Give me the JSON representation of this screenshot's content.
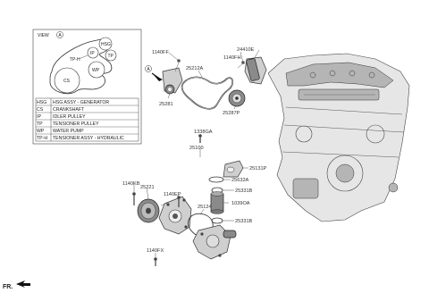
{
  "view_box": {
    "title": "VIEW",
    "marker": "A",
    "pulleys": {
      "hsg": "HSG",
      "ip": "IP",
      "tp": "TP",
      "tp_h": "TP-H",
      "cs": "CS",
      "wp": "WP"
    }
  },
  "legend": [
    {
      "code": "HSG",
      "desc": "HSG ASSY - GENERATOR"
    },
    {
      "code": "CS",
      "desc": "CRANKSHAFT"
    },
    {
      "code": "IP",
      "desc": "IDLER PULLEY"
    },
    {
      "code": "TP",
      "desc": "TENSIONER PULLEY"
    },
    {
      "code": "WP",
      "desc": "WATER PUMP"
    },
    {
      "code": "TP-H",
      "desc": "TENSIONER ASSY - HYDRAULIC"
    }
  ],
  "view_marker": "A",
  "part_labels": {
    "p1140ff": "1140FF",
    "p25212a": "25212A",
    "p24410e": "24410E",
    "p1140fh": "1140FH",
    "p25281": "25281",
    "p25287p": "25287P",
    "p1338ga": "1338GA",
    "p25100": "25100",
    "p25131p": "25131P",
    "p25632a": "25632A",
    "p1140kb": "1140KB",
    "p25221": "25221",
    "p1140ep": "1140EP",
    "p25331b_top": "25331B",
    "p1039oa": "1039OA",
    "p25124": "25124",
    "p25331b_bot": "25331B",
    "p1140fx": "1140FX"
  },
  "fr_label": "FR."
}
